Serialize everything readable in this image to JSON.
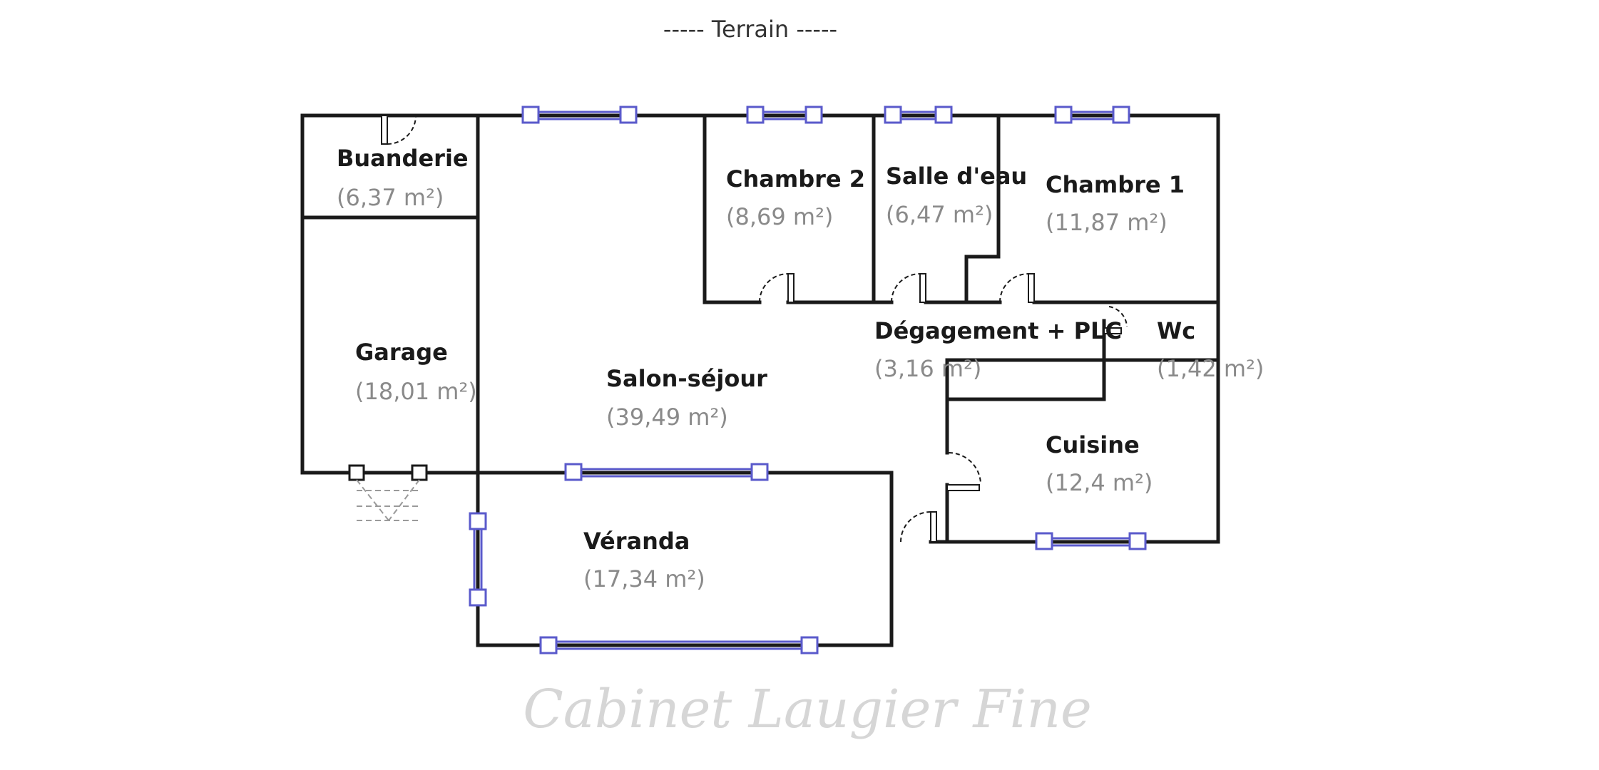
{
  "header": {
    "terrain_label": "-----  Terrain  -----"
  },
  "rooms": [
    {
      "id": "buanderie",
      "name": "Buanderie",
      "area": "(6,37 m²)"
    },
    {
      "id": "garage",
      "name": "Garage",
      "area": "(18,01 m²)"
    },
    {
      "id": "chambre-2",
      "name": "Chambre 2",
      "area": "(8,69 m²)"
    },
    {
      "id": "salle-deau",
      "name": "Salle d'eau",
      "area": "(6,47 m²)"
    },
    {
      "id": "chambre-1",
      "name": "Chambre 1",
      "area": "(11,87 m²)"
    },
    {
      "id": "degagement",
      "name": "Dégagement + PLC",
      "area": "(3,16 m²)"
    },
    {
      "id": "wc",
      "name": "Wc",
      "area": "(1,42 m²)"
    },
    {
      "id": "salon-sejour",
      "name": "Salon-séjour",
      "area": "(39,49 m²)"
    },
    {
      "id": "cuisine",
      "name": "Cuisine",
      "area": "(12,4 m²)"
    },
    {
      "id": "veranda",
      "name": "Véranda",
      "area": "(17,34 m²)"
    }
  ],
  "watermark": {
    "text": "Cabinet Laugier Fine"
  },
  "colors": {
    "wall": "#1a1a1a",
    "window": "#5a5acb",
    "door": "#1a1a1a",
    "watermark": "#d6d6d6"
  }
}
